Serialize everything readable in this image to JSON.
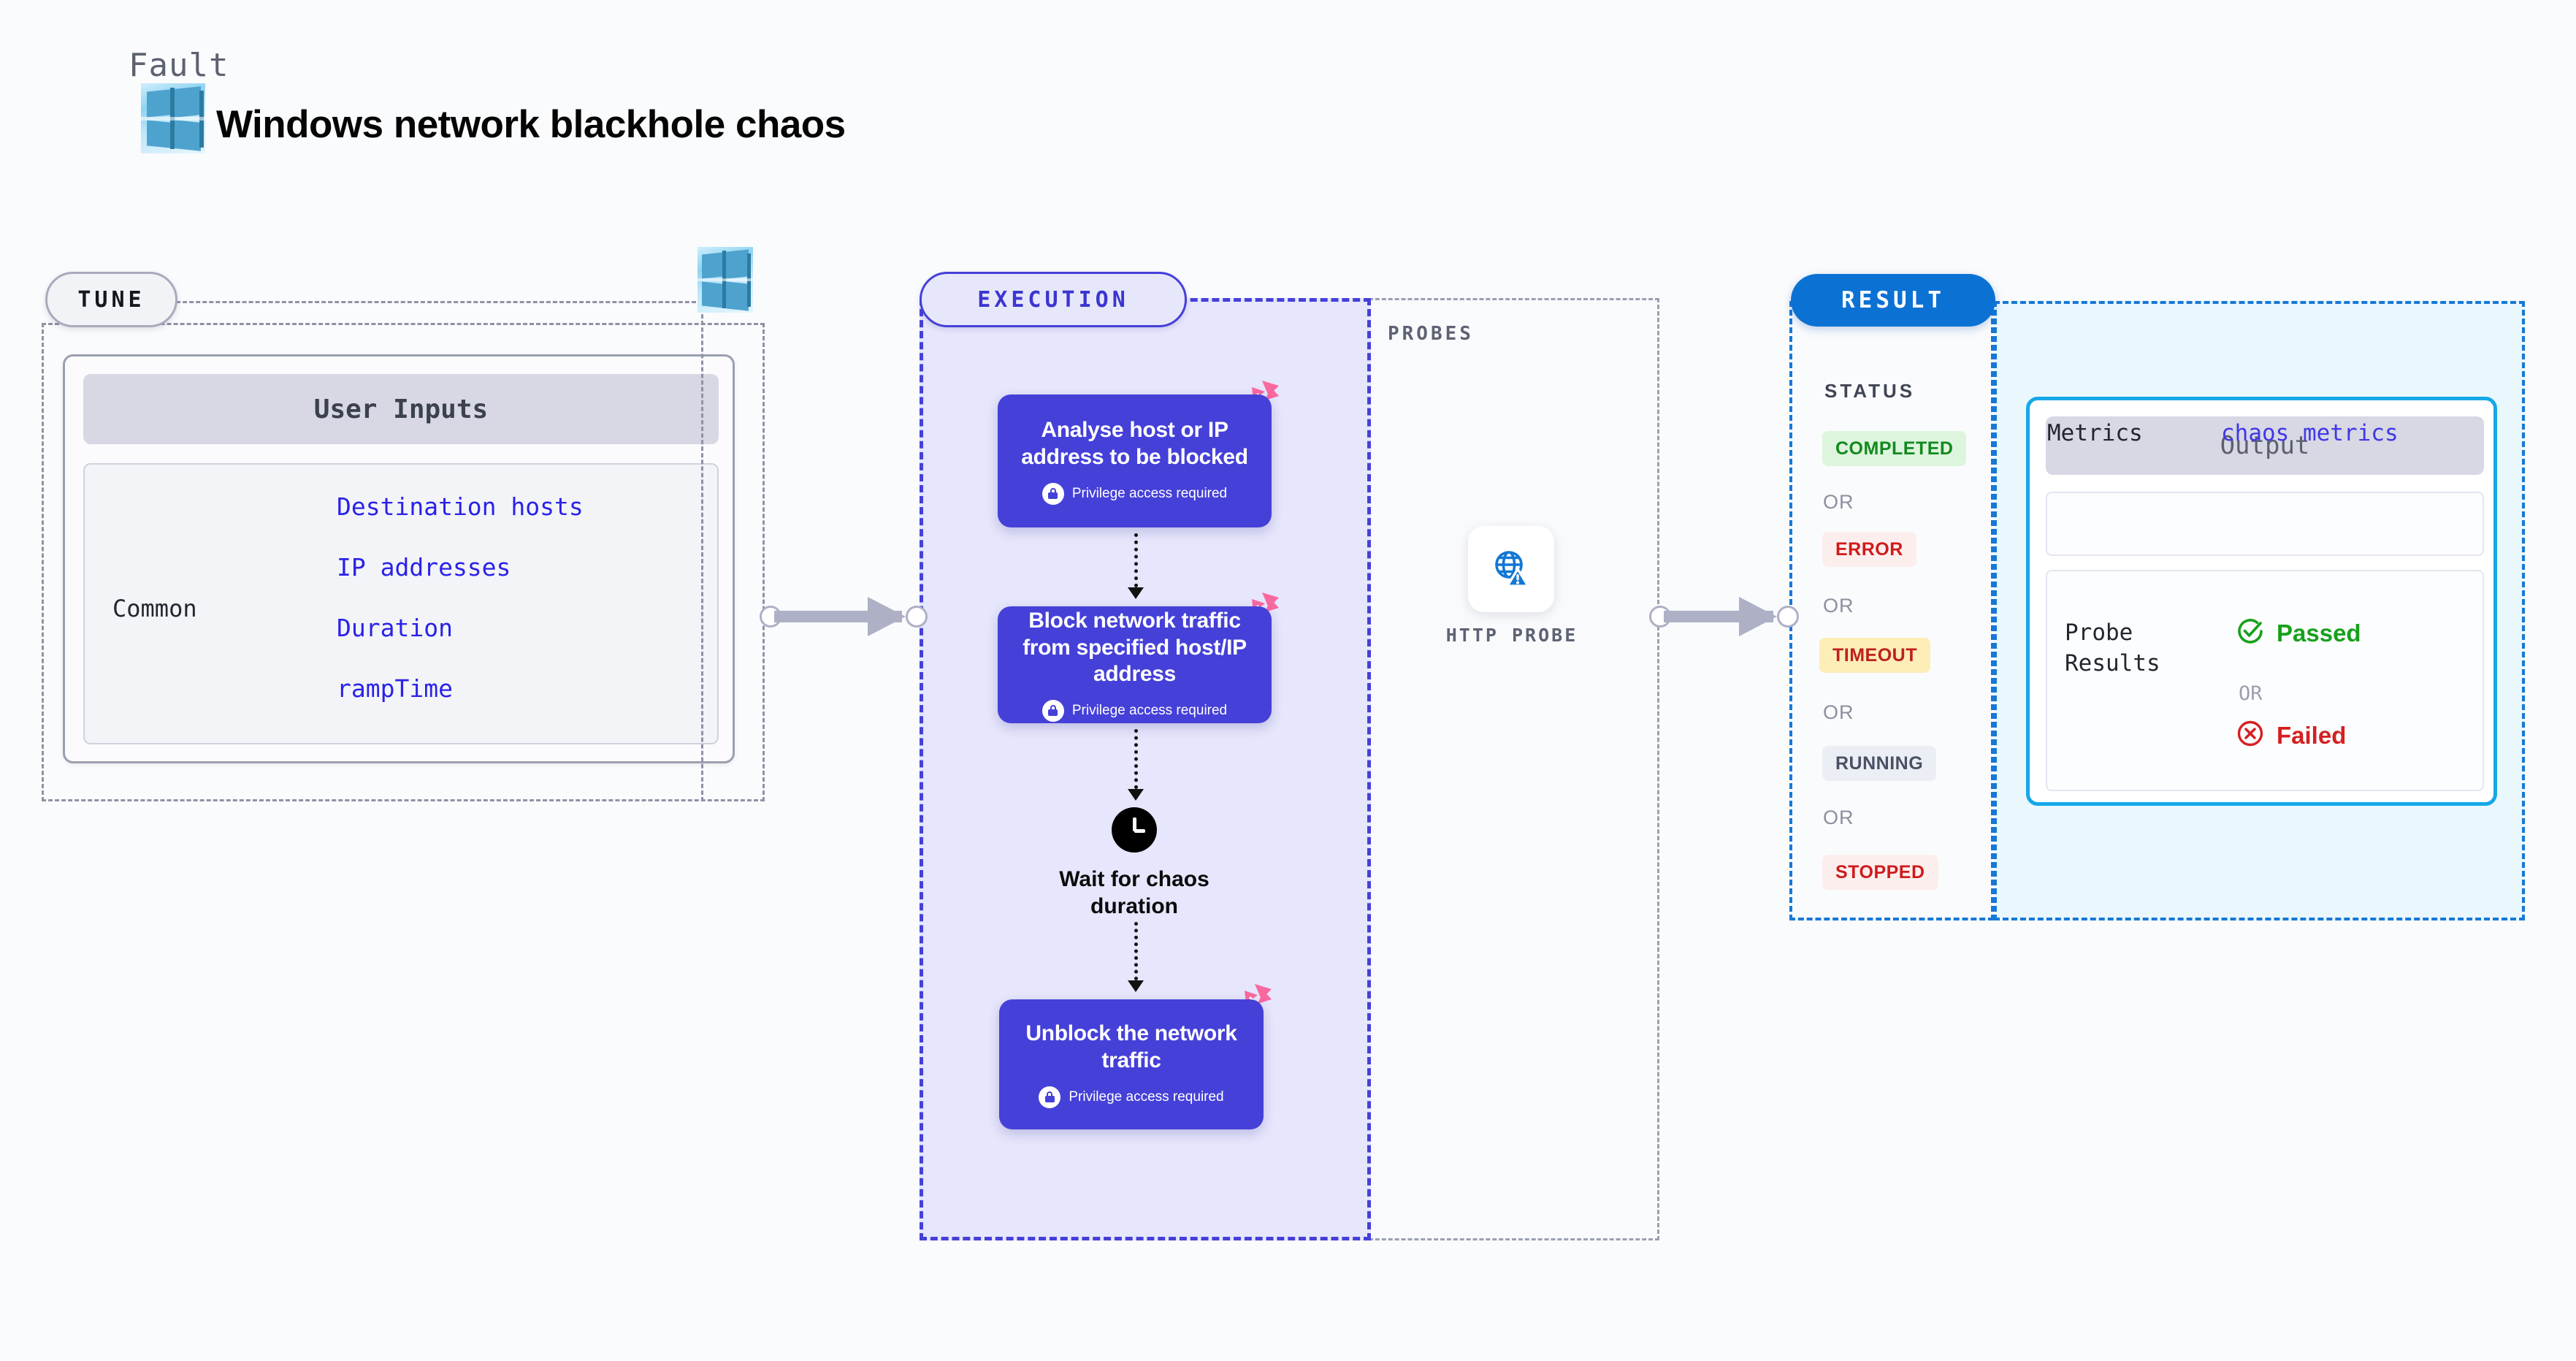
{
  "header": {
    "kicker": "Fault",
    "title": "Windows network blackhole chaos",
    "logo_icon": "windows-logo-icon"
  },
  "tune": {
    "badge": "TUNE",
    "logo_icon": "windows-logo-icon",
    "card": {
      "header": "User Inputs",
      "group_label": "Common",
      "parameters": [
        "Destination hosts",
        "IP addresses",
        "Duration",
        "rampTime"
      ]
    }
  },
  "execution": {
    "badge": "EXECUTION",
    "steps": [
      {
        "title": "Analyse host or IP address to be blocked",
        "privilege": "Privilege access required",
        "lock_icon": "lock-icon",
        "corner_icon": "pinwheel-badge-icon"
      },
      {
        "title": "Block network traffic from specified host/IP address",
        "privilege": "Privilege access required",
        "lock_icon": "lock-icon",
        "corner_icon": "pinwheel-badge-icon"
      },
      {
        "title": "Unblock the network traffic",
        "privilege": "Privilege access required",
        "lock_icon": "lock-icon",
        "corner_icon": "pinwheel-badge-icon"
      }
    ],
    "wait": {
      "label": "Wait for chaos duration",
      "icon": "clock-icon"
    }
  },
  "probes": {
    "label": "PROBES",
    "items": [
      {
        "name": "HTTP PROBE",
        "icon": "globe-warning-icon"
      }
    ]
  },
  "result": {
    "badge": "RESULT",
    "status_label": "STATUS",
    "or_text": "OR",
    "statuses": [
      {
        "label": "COMPLETED",
        "bg": "#ddf5dd",
        "fg": "#13891f"
      },
      {
        "label": "ERROR",
        "bg": "#fdeeee",
        "fg": "#cf1b1b"
      },
      {
        "label": "TIMEOUT",
        "bg": "#fdedb7",
        "fg": "#bf2020"
      },
      {
        "label": "RUNNING",
        "bg": "#eceef5",
        "fg": "#4a5166"
      },
      {
        "label": "STOPPED",
        "bg": "#fdeeee",
        "fg": "#cf1b1b"
      }
    ],
    "output": {
      "header": "Output",
      "metrics_key": "Metrics",
      "metrics_value": "chaos metrics",
      "probe_key": "Probe\nResults",
      "probe_key_line1": "Probe",
      "probe_key_line2": "Results",
      "passed": "Passed",
      "failed": "Failed",
      "or_text": "OR",
      "passed_icon": "check-circle-icon",
      "failed_icon": "x-circle-icon"
    }
  },
  "colors": {
    "accent_indigo": "#4540d8",
    "accent_blue": "#0b72d4",
    "accent_cyan": "#16a8e8",
    "pink_badge": "#f9699f",
    "param_blue": "#2a22e8",
    "tune_border": "#8d93a6"
  }
}
